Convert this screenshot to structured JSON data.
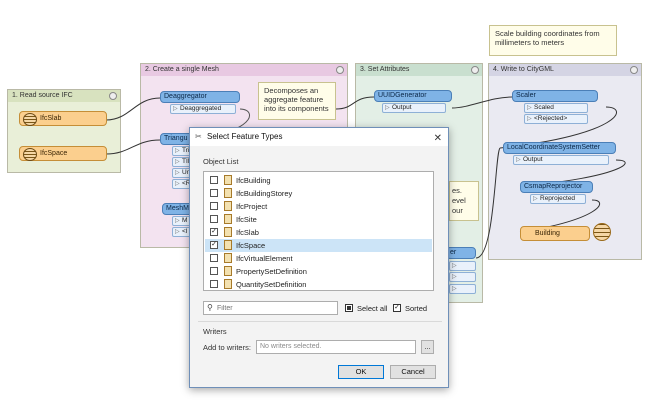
{
  "bookmarks": [
    {
      "title": "1. Read source IFC"
    },
    {
      "title": "2. Create a single Mesh"
    },
    {
      "title": "3. Set Attributes"
    },
    {
      "title": "4. Write to CityGML"
    }
  ],
  "readers": {
    "ifcslab": "IfcSlab",
    "ifcspace": "IfcSpace"
  },
  "transformers": {
    "deaggregator": "Deaggregator",
    "deaggregated": "Deaggregated",
    "triangulator": "Triangu",
    "tri_ports": [
      "Tri",
      "TIN",
      "Unt",
      "<R"
    ],
    "meshmerger": "MeshM",
    "mesh_ports": [
      "M",
      "<I"
    ],
    "uuidgenerator": "UUIDGenerator",
    "uuid_output": "Output",
    "scaler": "Scaler",
    "scaled": "Scaled",
    "rejected": "<Rejected>",
    "lcss": "LocalCoordinateSystemSetter",
    "lcss_output": "Output",
    "reprojector": "CsmapReprojector",
    "reprojected": "Reprojected",
    "writer": "Building",
    "partial_attr": "er"
  },
  "annotations": {
    "deaggregate": "Decomposes an aggregate feature into its components",
    "scale": "Scale building coordinates from millimeters to meters",
    "partial_1": "es.",
    "partial_2": "evel",
    "partial_3": "our"
  },
  "dialog": {
    "title": "Select Feature Types",
    "object_list_label": "Object List",
    "items": [
      {
        "label": "IfcBuilding",
        "checked": false,
        "selected": false
      },
      {
        "label": "IfcBuildingStorey",
        "checked": false,
        "selected": false
      },
      {
        "label": "IfcProject",
        "checked": false,
        "selected": false
      },
      {
        "label": "IfcSite",
        "checked": false,
        "selected": false
      },
      {
        "label": "IfcSlab",
        "checked": true,
        "selected": false
      },
      {
        "label": "IfcSpace",
        "checked": true,
        "selected": true
      },
      {
        "label": "IfcVirtualElement",
        "checked": false,
        "selected": false
      },
      {
        "label": "PropertySetDefinition",
        "checked": false,
        "selected": false
      },
      {
        "label": "QuantitySetDefinition",
        "checked": false,
        "selected": false
      }
    ],
    "filter_placeholder": "Filter",
    "select_all_label": "Select all",
    "sorted_label": "Sorted",
    "select_all_checked": true,
    "sorted_checked": true,
    "writers_label": "Writers",
    "add_to_writers_label": "Add to writers:",
    "writers_placeholder": "No writers selected.",
    "browse_label": "...",
    "ok_label": "OK",
    "cancel_label": "Cancel"
  },
  "colors": {
    "bookmark1": "#e9efd8",
    "bookmark2": "#f3e3f0",
    "bookmark3": "#e3efe6",
    "bookmark4": "#eaeaf2",
    "transformer": "#7fb3e6",
    "reader": "#fbcf8e",
    "selection": "#cce4f7"
  }
}
